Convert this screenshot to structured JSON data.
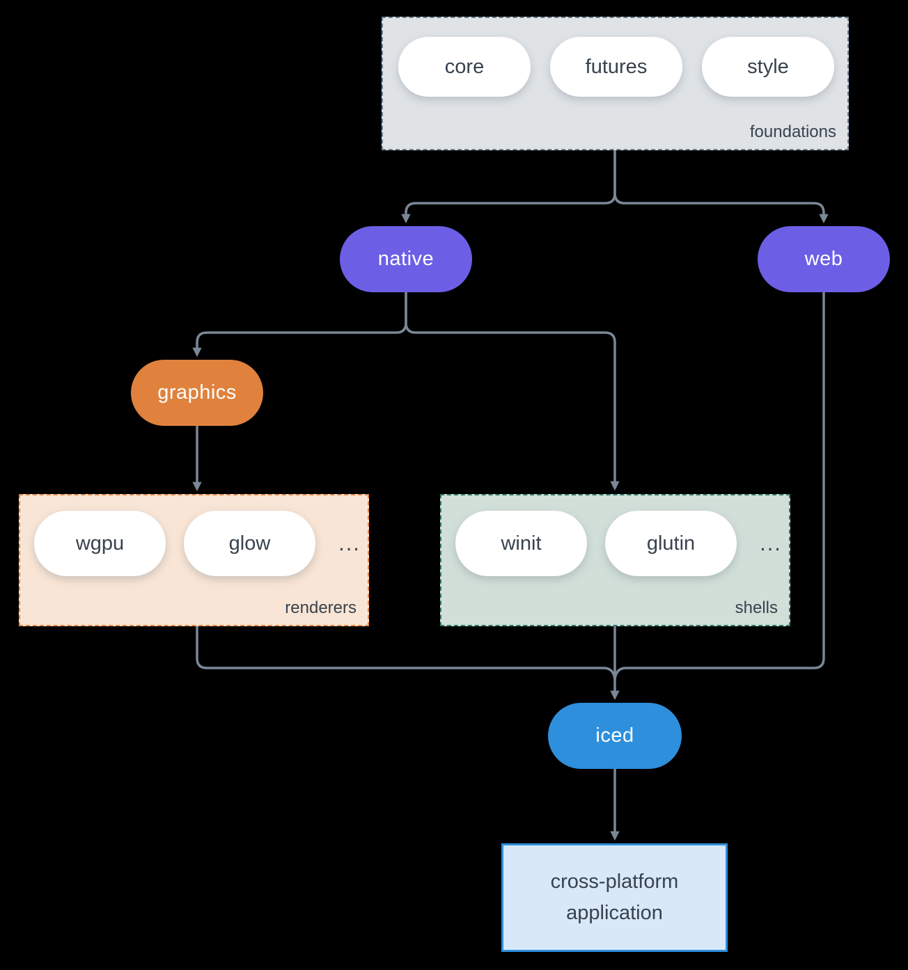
{
  "groups": {
    "foundations": {
      "label": "foundations",
      "pills": [
        "core",
        "futures",
        "style"
      ]
    },
    "renderers": {
      "label": "renderers",
      "pills": [
        "wgpu",
        "glow"
      ],
      "more": "..."
    },
    "shells": {
      "label": "shells",
      "pills": [
        "winit",
        "glutin"
      ],
      "more": "..."
    }
  },
  "nodes": {
    "native": {
      "label": "native"
    },
    "web": {
      "label": "web"
    },
    "graphics": {
      "label": "graphics"
    },
    "iced": {
      "label": "iced"
    },
    "application": {
      "lines": [
        "cross-platform",
        "application"
      ]
    }
  },
  "edges": [
    {
      "from": "foundations",
      "to": "native"
    },
    {
      "from": "foundations",
      "to": "web"
    },
    {
      "from": "native",
      "to": "graphics"
    },
    {
      "from": "native",
      "to": "shells"
    },
    {
      "from": "graphics",
      "to": "renderers"
    },
    {
      "from": "renderers",
      "to": "iced"
    },
    {
      "from": "shells",
      "to": "iced"
    },
    {
      "from": "web",
      "to": "iced"
    },
    {
      "from": "iced",
      "to": "application"
    }
  ],
  "colors": {
    "background": "#000000",
    "arrow": "#7a8796",
    "purple_node": "#6c5fe6",
    "orange_node": "#e0823d",
    "blue_node": "#2e8fdd",
    "foundations_fill": "#dfe3e6",
    "foundations_border": "#6e7f8d",
    "renderers_fill": "#f9e5d5",
    "renderers_border": "#e8863f",
    "shells_fill": "#d2dfd9",
    "shells_border": "#2f7c6b",
    "application_fill": "#d8e8f8",
    "application_border": "#2e8fdd",
    "text_dark": "#37424e",
    "pill_fill": "#ffffff"
  }
}
